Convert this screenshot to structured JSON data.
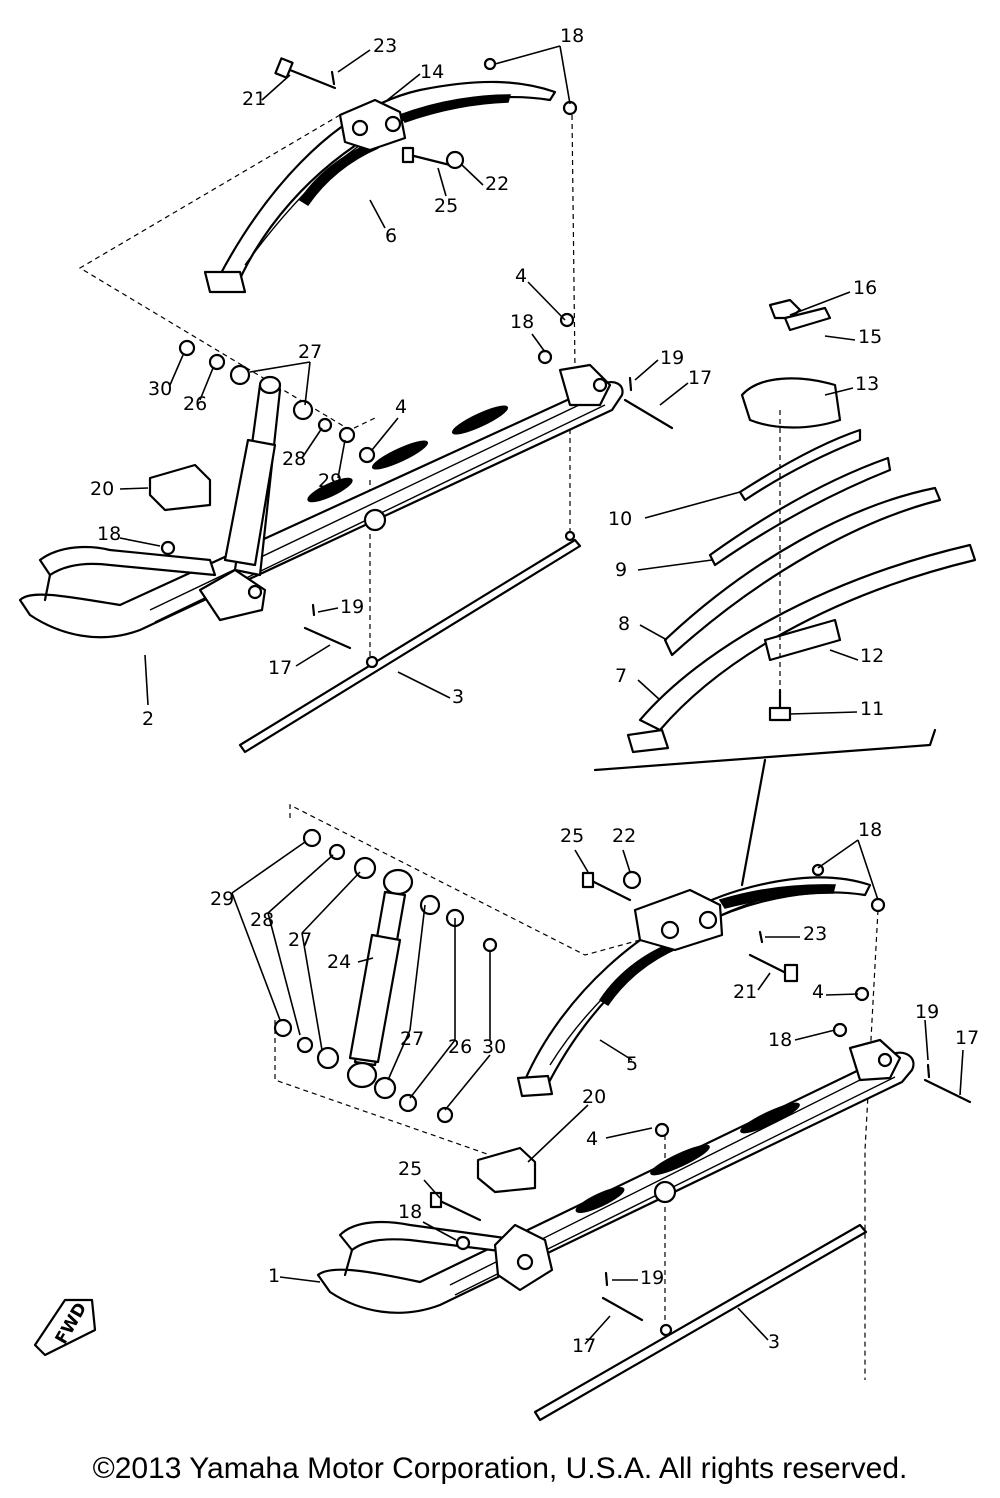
{
  "diagram": {
    "fwd_marker": "FWD",
    "callouts": [
      {
        "id": "c23a",
        "label": "23"
      },
      {
        "id": "c18a",
        "label": "18"
      },
      {
        "id": "c14",
        "label": "14"
      },
      {
        "id": "c21a",
        "label": "21"
      },
      {
        "id": "c22a",
        "label": "22"
      },
      {
        "id": "c25a",
        "label": "25"
      },
      {
        "id": "c6",
        "label": "6"
      },
      {
        "id": "c4a",
        "label": "4"
      },
      {
        "id": "c16",
        "label": "16"
      },
      {
        "id": "c15",
        "label": "15"
      },
      {
        "id": "c18b",
        "label": "18"
      },
      {
        "id": "c19a",
        "label": "19"
      },
      {
        "id": "c17a",
        "label": "17"
      },
      {
        "id": "c13",
        "label": "13"
      },
      {
        "id": "c27a",
        "label": "27"
      },
      {
        "id": "c30a",
        "label": "30"
      },
      {
        "id": "c26a",
        "label": "26"
      },
      {
        "id": "c4b",
        "label": "4"
      },
      {
        "id": "c28a",
        "label": "28"
      },
      {
        "id": "c29a",
        "label": "29"
      },
      {
        "id": "c20a",
        "label": "20"
      },
      {
        "id": "c10",
        "label": "10"
      },
      {
        "id": "c18c",
        "label": "18"
      },
      {
        "id": "c9",
        "label": "9"
      },
      {
        "id": "c19b",
        "label": "19"
      },
      {
        "id": "c8",
        "label": "8"
      },
      {
        "id": "c12",
        "label": "12"
      },
      {
        "id": "c17b",
        "label": "17"
      },
      {
        "id": "c3a",
        "label": "3"
      },
      {
        "id": "c7",
        "label": "7"
      },
      {
        "id": "c11",
        "label": "11"
      },
      {
        "id": "c2",
        "label": "2"
      },
      {
        "id": "c18d",
        "label": "18"
      },
      {
        "id": "c25b",
        "label": "25"
      },
      {
        "id": "c22b",
        "label": "22"
      },
      {
        "id": "c29b",
        "label": "29"
      },
      {
        "id": "c28b",
        "label": "28"
      },
      {
        "id": "c27b",
        "label": "27"
      },
      {
        "id": "c23b",
        "label": "23"
      },
      {
        "id": "c24",
        "label": "24"
      },
      {
        "id": "c21b",
        "label": "21"
      },
      {
        "id": "c4c",
        "label": "4"
      },
      {
        "id": "c19c",
        "label": "19"
      },
      {
        "id": "c17c",
        "label": "17"
      },
      {
        "id": "c18e",
        "label": "18"
      },
      {
        "id": "c27c",
        "label": "27"
      },
      {
        "id": "c26b",
        "label": "26"
      },
      {
        "id": "c30b",
        "label": "30"
      },
      {
        "id": "c5",
        "label": "5"
      },
      {
        "id": "c20b",
        "label": "20"
      },
      {
        "id": "c4d",
        "label": "4"
      },
      {
        "id": "c25c",
        "label": "25"
      },
      {
        "id": "c18f",
        "label": "18"
      },
      {
        "id": "c1",
        "label": "1"
      },
      {
        "id": "c19d",
        "label": "19"
      },
      {
        "id": "c17d",
        "label": "17"
      },
      {
        "id": "c3b",
        "label": "3"
      }
    ]
  },
  "footer": {
    "copyright": "©2013 Yamaha Motor Corporation, U.S.A. All rights reserved."
  }
}
